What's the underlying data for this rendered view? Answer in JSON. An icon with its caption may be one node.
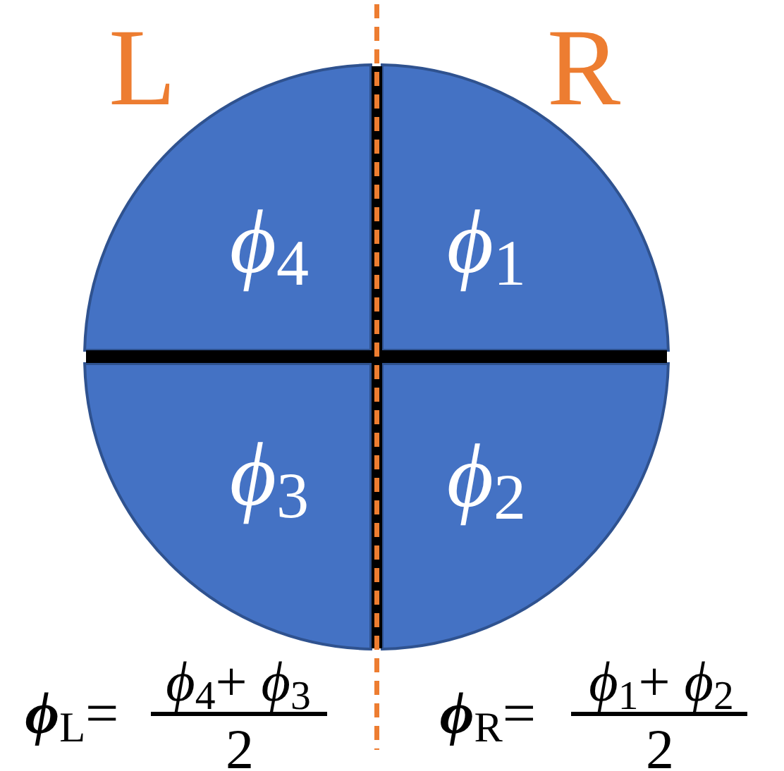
{
  "diagram": {
    "nodes": [
      {
        "text": [
          "*ϕ*$_{4}$"
        ]
      },
      {
        "text": [
          "*ϕ*$_{1}$"
        ]
      },
      {
        "text": [
          "*ϕ*$_{3}$"
        ]
      },
      {
        "text": [
          "*ϕ*$_{2}$"
        ]
      }
    ],
    "labels": [
      "L",
      "R",
      "**ϕ**$_{L}$=",
      "*ϕ*$_{4}$+ *ϕ*$_{3}$",
      "2",
      "**ϕ**$_{R}$=",
      "*ϕ*$_{1}$+ *ϕ*$_{2}$",
      "2"
    ]
  }
}
